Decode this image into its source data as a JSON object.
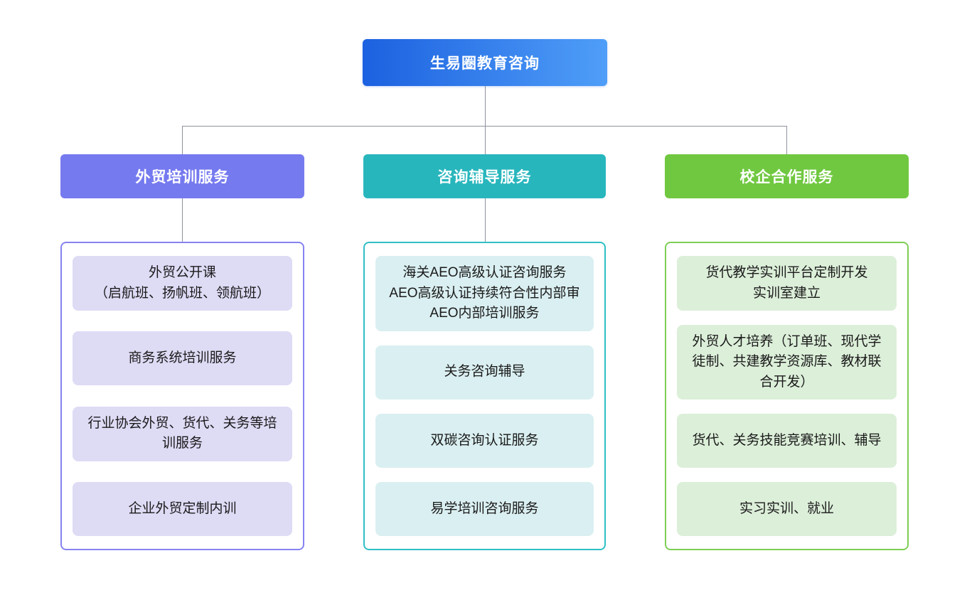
{
  "root": {
    "label": "生易圈教育咨询",
    "gradient_start": "#1c61e0",
    "gradient_end": "#4f9ef8"
  },
  "connector_color": "#8e939c",
  "branches": [
    {
      "label": "外贸培训服务",
      "header_color": "#767aef",
      "border_color": "#8583f0",
      "item_bg": "#dedbf5",
      "items": [
        "外贸公开课\n（启航班、扬帆班、领航班）",
        "商务系统培训服务",
        "行业协会外贸、货代、关务等培训服务",
        "企业外贸定制内训"
      ]
    },
    {
      "label": "咨询辅导服务",
      "header_color": "#28b6bd",
      "border_color": "#2fbfc5",
      "item_bg": "#daeff1",
      "items": [
        "海关AEO高级认证咨询服务\nAEO高级认证持续符合性内部审\nAEO内部培训服务",
        "关务咨询辅导",
        "双碳咨询认证服务",
        "易学培训咨询服务"
      ]
    },
    {
      "label": "校企合作服务",
      "header_color": "#70c840",
      "border_color": "#7fce55",
      "item_bg": "#dcefd9",
      "items": [
        "货代教学实训平台定制开发\n实训室建立",
        "外贸人才培养（订单班、现代学徒制、共建教学资源库、教材联合开发）",
        "货代、关务技能竞赛培训、辅导",
        "实习实训、就业"
      ]
    }
  ]
}
